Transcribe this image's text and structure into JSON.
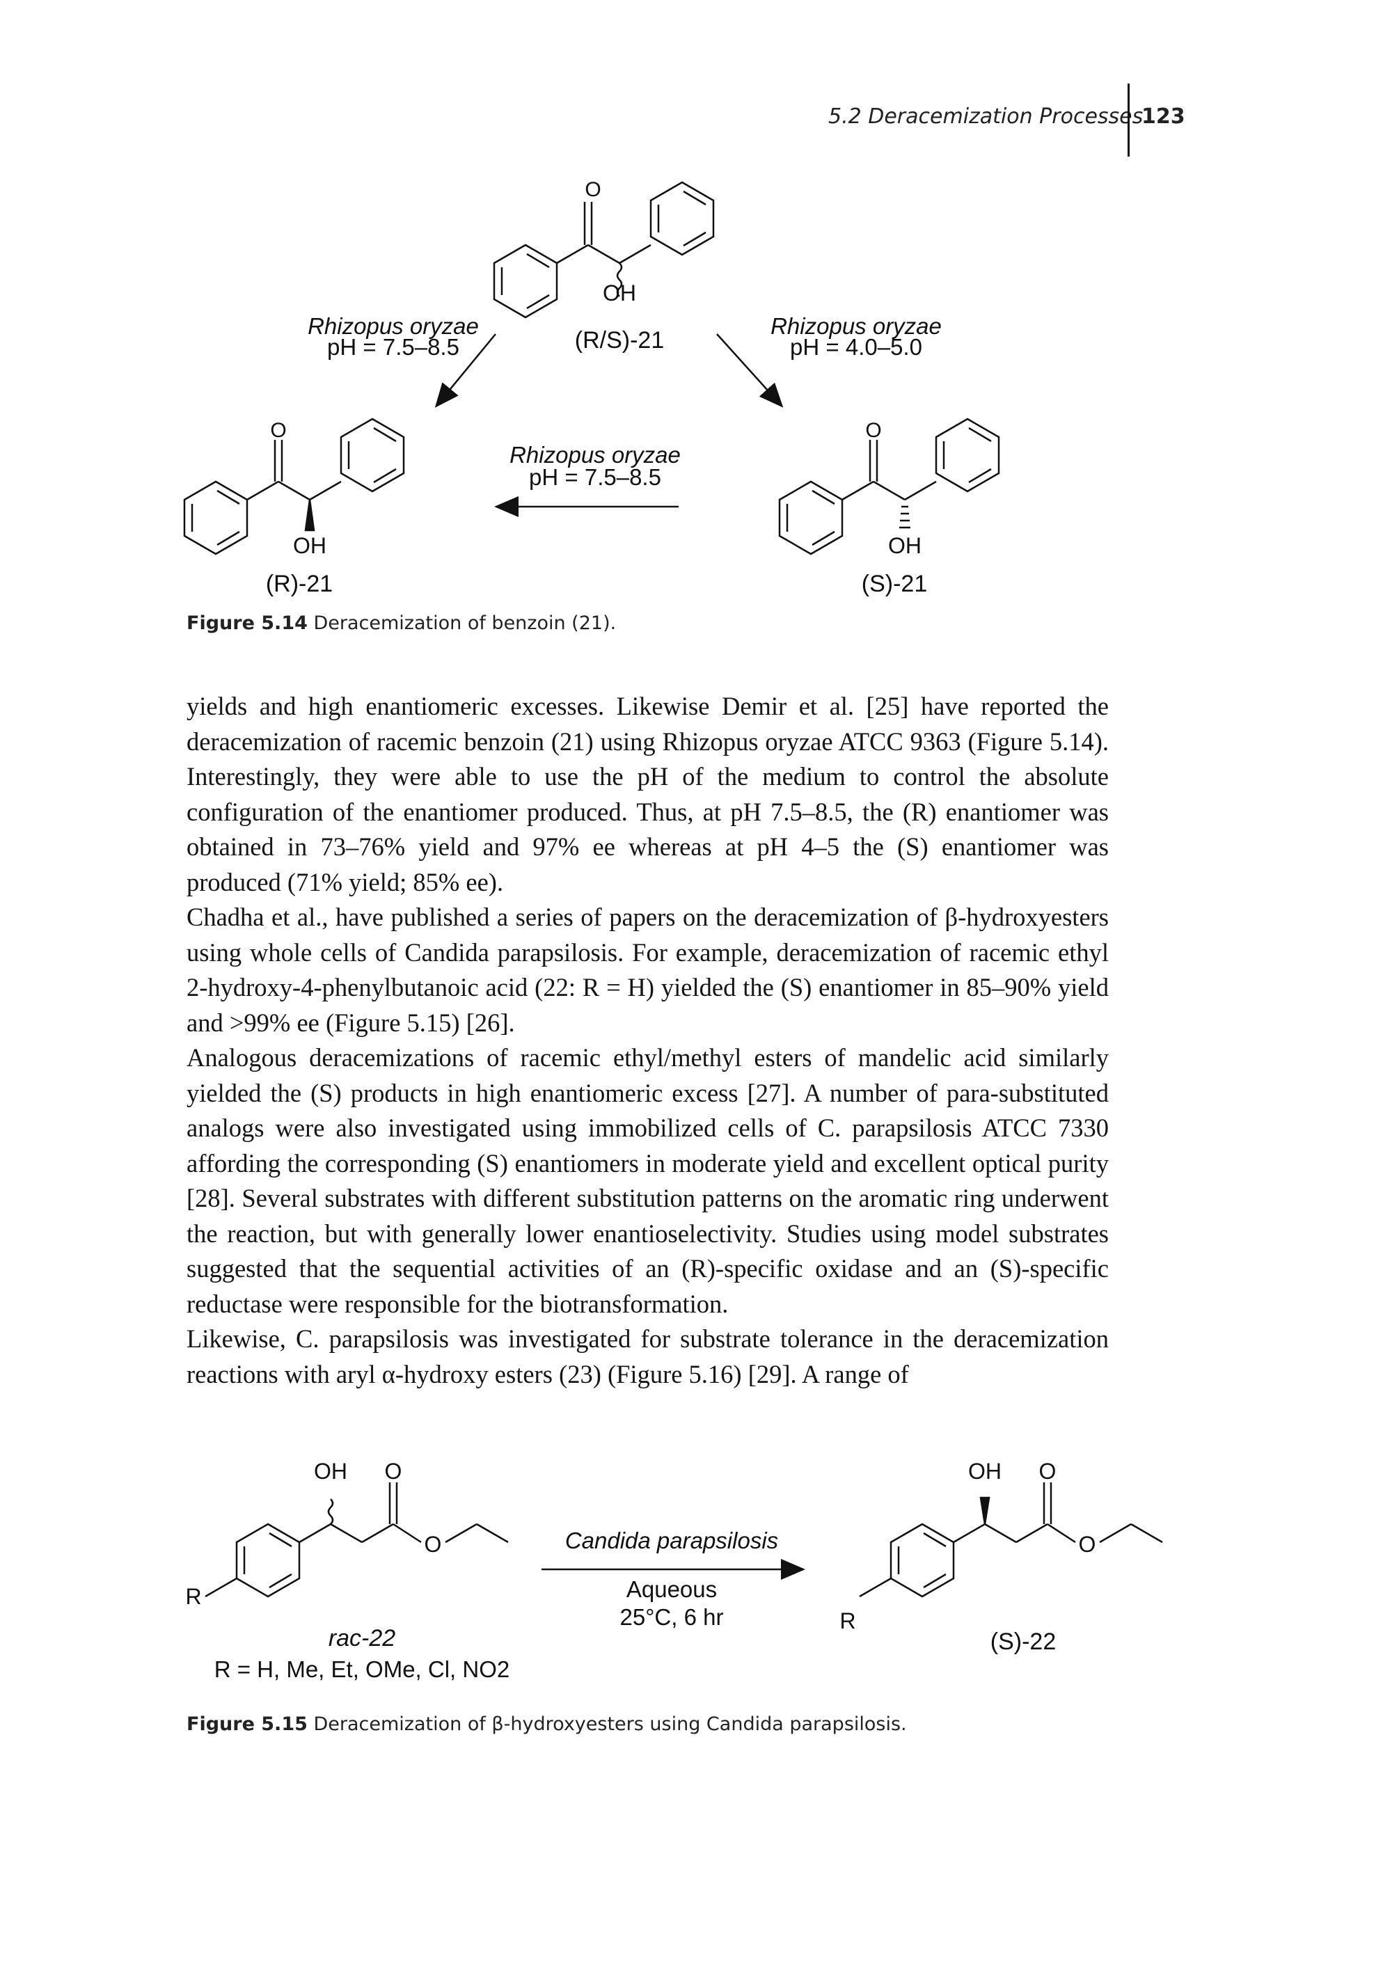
{
  "header": {
    "section": "5.2 Deracemization Processes",
    "page_number": "123"
  },
  "figure_514": {
    "top_substrate_label": "(R/S)-21",
    "top_oh": "OH",
    "left_arrow_enzyme": "Rhizopus oryzae",
    "left_arrow_ph": "pH = 7.5–8.5",
    "right_arrow_enzyme": "Rhizopus oryzae",
    "right_arrow_ph": "pH = 4.0–5.0",
    "middle_arrow_enzyme": "Rhizopus oryzae",
    "middle_arrow_ph": "pH = 7.5–8.5",
    "left_product_label": "(R)-21",
    "right_product_label": "(S)-21",
    "oh": "OH",
    "o": "O",
    "caption_num": "Figure 5.14",
    "caption_text": "Deracemization of benzoin (21)."
  },
  "paragraphs": [
    "yields and high enantiomeric excesses. Likewise Demir et al. [25] have reported the deracemization of racemic benzoin (21) using Rhizopus oryzae ATCC 9363 (Figure 5.14). Interestingly, they were able to use the pH of the medium to control the absolute configuration of the enantiomer produced. Thus, at pH 7.5–8.5, the (R) enantiomer was obtained in 73–76% yield and 97% ee whereas at pH 4–5 the (S) enantiomer was produced (71% yield; 85% ee).",
    "Chadha et al., have published a series of papers on the deracemization of β-hydroxyesters using whole cells of Candida parapsilosis. For example, deracemization of racemic ethyl 2-hydroxy-4-phenylbutanoic acid (22: R = H) yielded the (S) enantiomer in 85–90% yield and >99% ee (Figure 5.15) [26].",
    "Analogous deracemizations of racemic ethyl/methyl esters of mandelic acid similarly yielded the (S) products in high enantiomeric excess [27]. A number of para-substituted analogs were also investigated using immobilized cells of C. parapsilosis ATCC 7330 affording the corresponding (S) enantiomers in moderate yield and excellent optical purity [28]. Several substrates with different substitution patterns on the aromatic ring underwent the reaction, but with generally lower enantioselectivity. Studies using model substrates suggested that the sequential activities of an (R)-specific oxidase and an (S)-specific reductase were responsible for the biotransformation.",
    "Likewise, C. parapsilosis was investigated for substrate tolerance in the deracemization reactions with aryl α-hydroxy esters (23) (Figure 5.16) [29]. A range of"
  ],
  "figure_515": {
    "oh": "OH",
    "o": "O",
    "r": "R",
    "left_label": "rac-22",
    "r_groups": "R = H, Me, Et, OMe, Cl, NO2",
    "arrow_enzyme": "Candida parapsilosis",
    "arrow_cond1": "Aqueous",
    "arrow_cond2": "25°C, 6 hr",
    "right_label": "(S)-22",
    "caption_num": "Figure 5.15",
    "caption_text": "Deracemization of β-hydroxyesters using Candida parapsilosis."
  }
}
